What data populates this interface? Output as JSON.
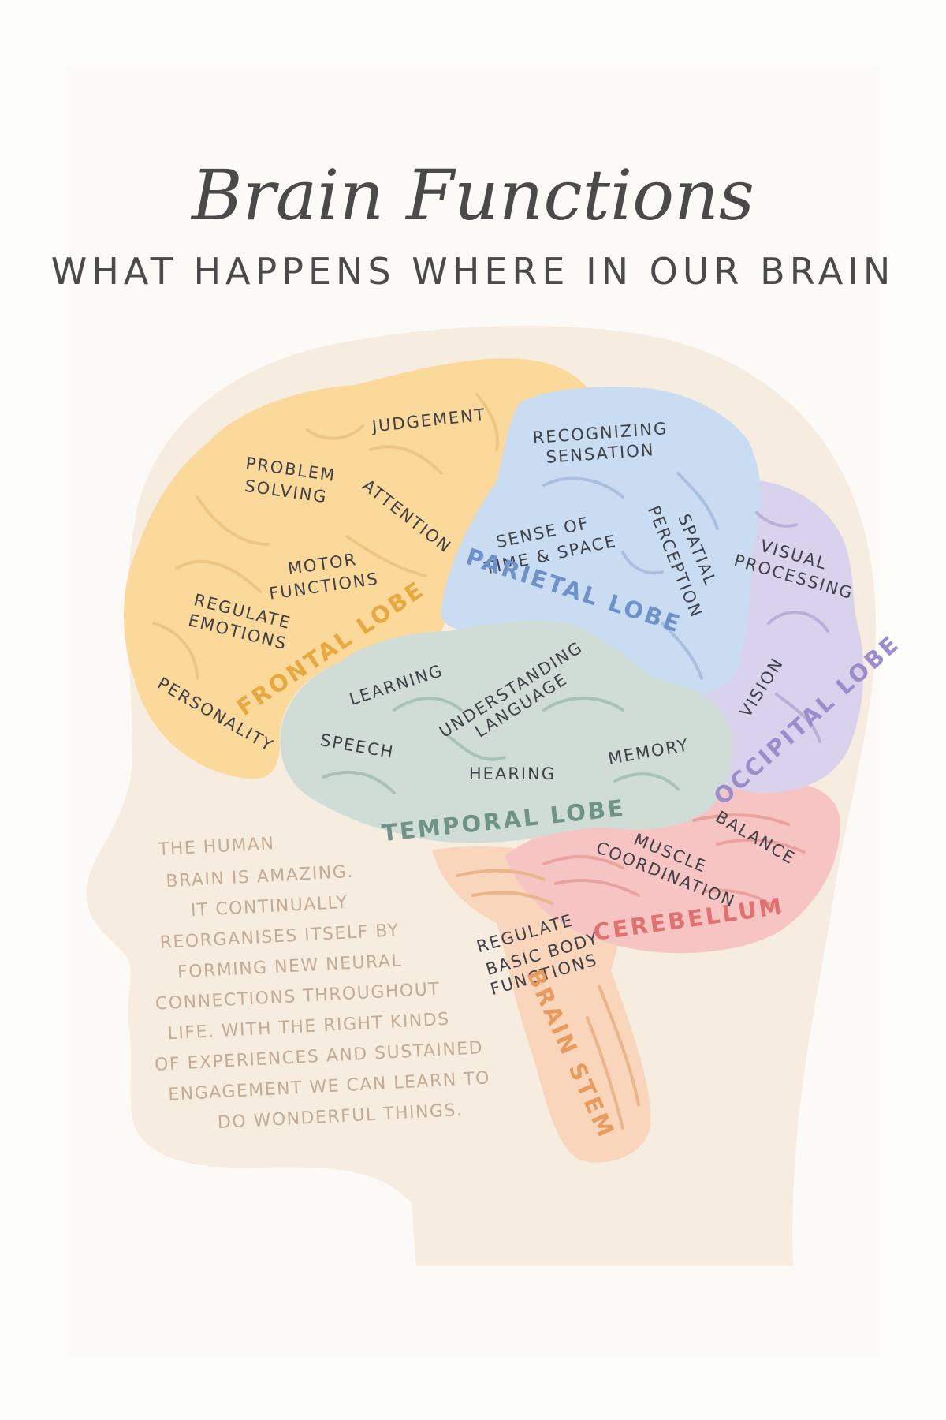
{
  "title": "Brain Functions",
  "subtitle": "WHAT HAPPENS WHERE IN OUR BRAIN",
  "colors": {
    "background": "#fdfdfc",
    "head": "#f6ece0",
    "frontal": "#fbd99a",
    "parietal": "#c9dcf1",
    "occipital": "#d8d2ec",
    "temporal": "#cfddd6",
    "cerebellum": "#f6c5c3",
    "brain_stem": "#f8d5bb",
    "text": "#3f4048"
  },
  "lobes": {
    "frontal": {
      "name": "FRONTAL LOBE",
      "functions": [
        "JUDGEMENT",
        "PROBLEM",
        "SOLVING",
        "ATTENTION",
        "MOTOR",
        "FUNCTIONS",
        "REGULATE",
        "EMOTIONS",
        "PERSONALITY"
      ]
    },
    "parietal": {
      "name": "PARIETAL LOBE",
      "functions": [
        "RECOGNIZING",
        "SENSATION",
        "SENSE OF",
        "TIME & SPACE",
        "SPATIAL",
        "PERCEPTION"
      ]
    },
    "occipital": {
      "name": "OCCIPITAL LOBE",
      "functions": [
        "VISUAL",
        "PROCESSING",
        "VISION"
      ]
    },
    "temporal": {
      "name": "TEMPORAL LOBE",
      "functions": [
        "LEARNING",
        "UNDERSTANDING",
        "LANGUAGE",
        "SPEECH",
        "HEARING",
        "MEMORY"
      ]
    },
    "cerebellum": {
      "name": "CEREBELLUM",
      "functions": [
        "BALANCE",
        "MUSCLE",
        "COORDINATION"
      ]
    },
    "brain_stem": {
      "name": "BRAIN STEM",
      "functions": [
        "REGULATE",
        "BASIC BODY",
        "FUNCTIONS"
      ]
    }
  },
  "note": [
    "THE HUMAN",
    "BRAIN IS AMAZING.",
    "IT CONTINUALLY",
    "REORGANISES ITSELF BY",
    "FORMING NEW NEURAL",
    "CONNECTIONS THROUGHOUT",
    "LIFE. WITH THE RIGHT KINDS",
    "OF EXPERIENCES AND SUSTAINED",
    "ENGAGEMENT WE CAN LEARN TO",
    "DO WONDERFUL THINGS."
  ]
}
